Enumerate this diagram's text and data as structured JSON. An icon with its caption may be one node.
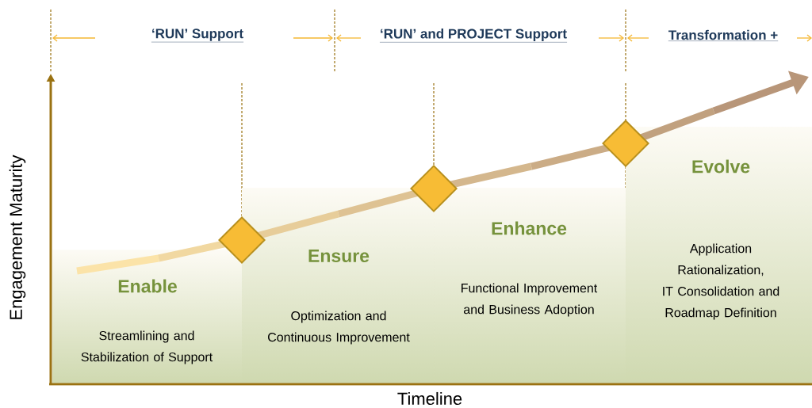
{
  "diagram": {
    "nodes": [
      {
        "text": [
          "Enable",
          "Streamlining and Stabilization of Support"
        ]
      },
      {
        "text": [
          "Ensure",
          "Optimization and Continuous Improvement"
        ]
      },
      {
        "text": [
          "Enhance",
          "Functional Improvement and Business Adoption"
        ]
      },
      {
        "text": [
          "Evolve",
          "Application Rationalization, IT Consolidation and Roadmap Definition"
        ]
      },
      {
        "text": [],
        "shape": "diamond"
      },
      {
        "text": [],
        "shape": "diamond"
      },
      {
        "text": [],
        "shape": "diamond"
      }
    ],
    "labels": [
      "‘RUN’ Support",
      "‘RUN’ and PROJECT Support",
      "Transformation +",
      "Engagement Maturity",
      "Timeline"
    ]
  }
}
